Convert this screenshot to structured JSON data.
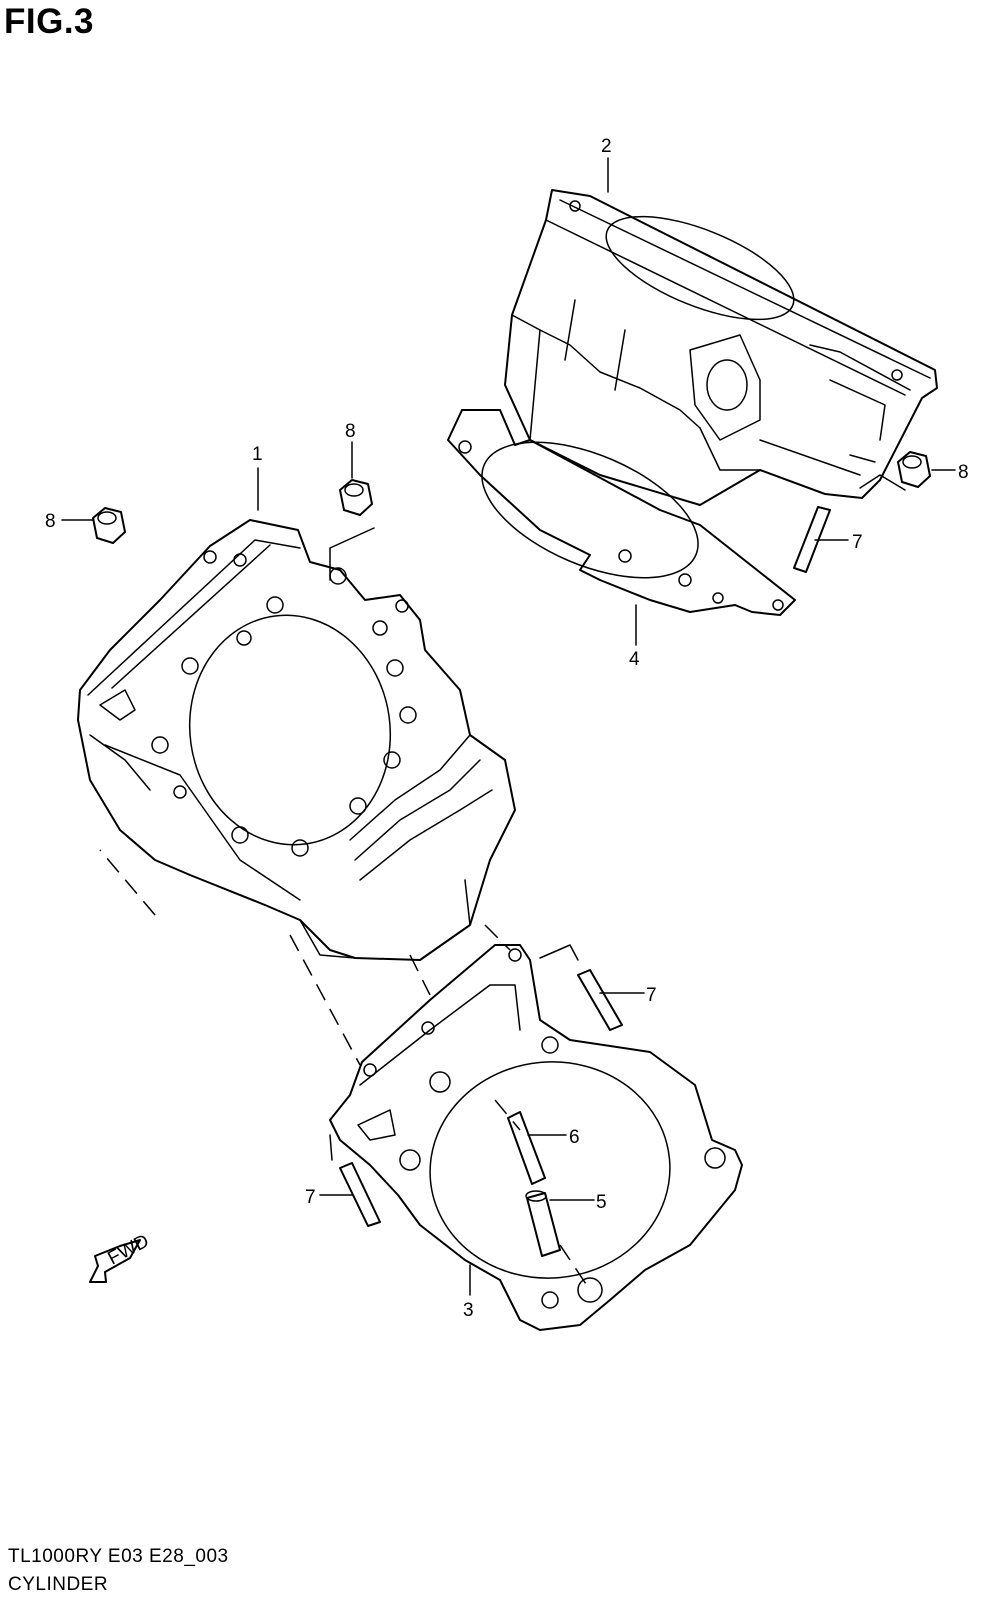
{
  "figure": {
    "title": "FIG.3",
    "model_code": "TL1000RY E03 E28_003",
    "name": "CYLINDER"
  },
  "callouts": {
    "c1": "1",
    "c2": "2",
    "c3": "3",
    "c4": "4",
    "c5": "5",
    "c6": "6",
    "c7a": "7",
    "c7b": "7",
    "c7c": "7",
    "c8a": "8",
    "c8b": "8",
    "c8c": "8"
  },
  "fwd_badge": "FWD"
}
